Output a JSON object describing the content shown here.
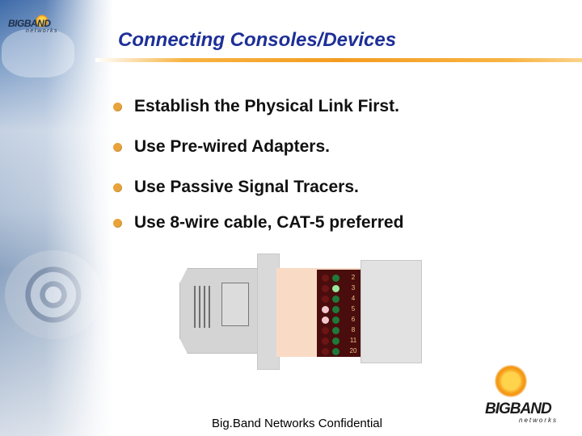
{
  "slide": {
    "title": "Connecting Consoles/Devices",
    "bullets": [
      "Establish the Physical Link First.",
      "Use Pre-wired Adapters.",
      "Use Passive Signal Tracers.",
      "Use 8-wire cable, CAT-5 preferred"
    ],
    "footer": "Big.Band Networks Confidential"
  },
  "logos": {
    "corner_wordmark": "BIGBAND",
    "corner_sub": "networks",
    "brand_wordmark": "BIGBAND",
    "brand_sub": "networks"
  },
  "connector": {
    "pin_labels": [
      "2",
      "3",
      "4",
      "5",
      "6",
      "8",
      "11",
      "20"
    ],
    "left_leds": [
      "off",
      "off",
      "off",
      "pink",
      "pink",
      "off",
      "off",
      "off"
    ],
    "right_leds": [
      "green",
      "lit-green",
      "green",
      "green",
      "green",
      "green",
      "green",
      "green"
    ]
  },
  "colors": {
    "title": "#1d2f97",
    "bullet_dot": "#e8a33b",
    "rule": "#f39c20",
    "board": "#f9dbc5",
    "pin_panel": "#4a0d0d"
  },
  "icons": {
    "bullet": "orange-dot-bullet-icon",
    "logo": "sunburst-logo-icon"
  }
}
